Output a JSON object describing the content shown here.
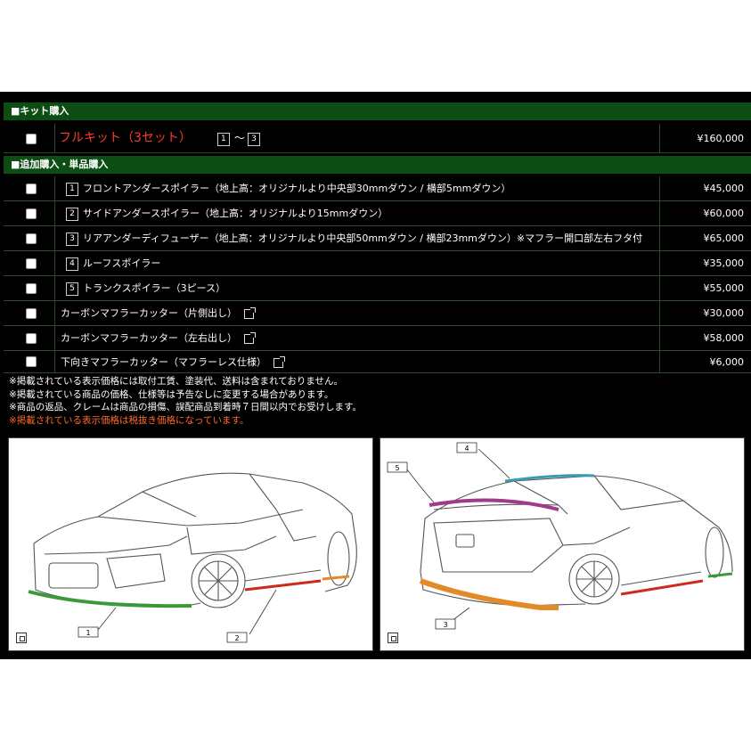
{
  "kit_section": {
    "title": "■キット購入"
  },
  "full_kit": {
    "name": "フルキット（3セット）",
    "range_start": "1",
    "range_sep": "～",
    "range_end": "3",
    "price": "¥160,000"
  },
  "addon_section": {
    "title": "■追加購入・単品購入"
  },
  "items": [
    {
      "num": "1",
      "name": "フロントアンダースポイラー（地上高：オリジナルより中央部30mmダウン / 横部5mmダウン）",
      "price": "¥45,000"
    },
    {
      "num": "2",
      "name": "サイドアンダースポイラー（地上高：オリジナルより15mmダウン）",
      "price": "¥60,000"
    },
    {
      "num": "3",
      "name": "リアアンダーディフューザー（地上高：オリジナルより中央部50mmダウン / 横部23mmダウン）※マフラー開口部左右フタ付",
      "price": "¥65,000"
    },
    {
      "num": "4",
      "name": "ルーフスポイラー",
      "price": "¥35,000"
    },
    {
      "num": "5",
      "name": "トランクスポイラー（3ピース）",
      "price": "¥55,000"
    },
    {
      "num": "",
      "name": "カーボンマフラーカッター（片側出し）",
      "price": "¥30,000"
    },
    {
      "num": "",
      "name": "カーボンマフラーカッター（左右出し）",
      "price": "¥58,000"
    },
    {
      "num": "",
      "name": "下向きマフラーカッター（マフラーレス仕様）",
      "price": "¥6,000"
    }
  ],
  "notes": [
    "※掲載されている表示価格には取付工賃、塗装代、送料は含まれておりません。",
    "※掲載されている商品の価格、仕様等は予告なしに変更する場合があります。",
    "※商品の返品、クレームは商品の損傷、誤配商品到着時７日間以内でお受けします。",
    "※掲載されている表示価格は税抜き価格になっています。"
  ],
  "front_image": {
    "label_1": "1",
    "label_2": "2"
  },
  "rear_image": {
    "label_3": "3",
    "label_4": "4",
    "label_5": "5"
  },
  "colors": {
    "header_green": "#0b4d12",
    "kit_red": "#ff3a2a",
    "note_orange": "#ff6a2a",
    "front_part": "#3a9a3a",
    "side_part": "#cc2a1a",
    "rear_part": "#e08a2a",
    "roof_part": "#3a9ab0",
    "trunk_part": "#a03a8a"
  }
}
